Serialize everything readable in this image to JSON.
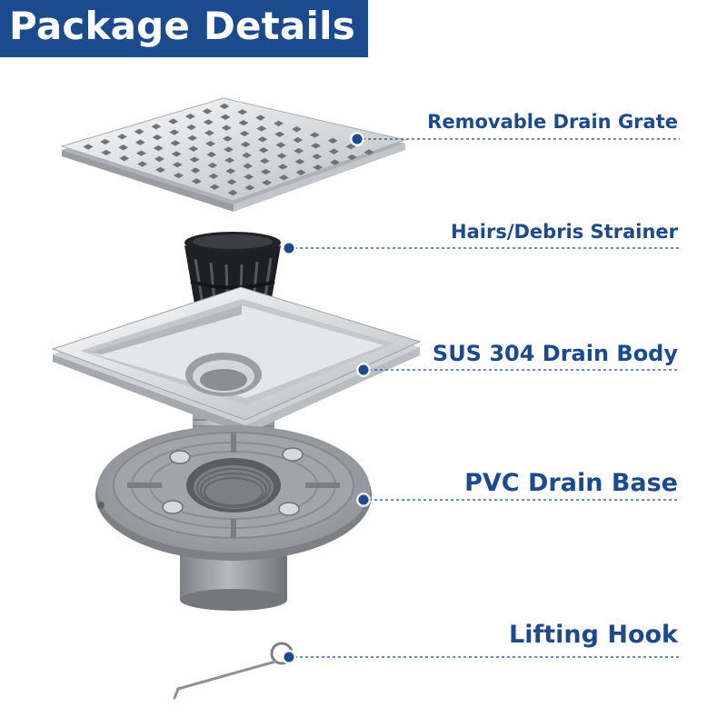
{
  "header": {
    "title": "Package Details"
  },
  "colors": {
    "header_bg": "#1b4a8f",
    "label": "#1b4a8f",
    "callout_dot": "#1b4a8f",
    "callout_line": "#1b4a8f"
  },
  "parts": [
    {
      "id": "grate",
      "label": "Removable Drain Grate",
      "icon": "drain-grate-icon"
    },
    {
      "id": "strainer",
      "label": "Hairs/Debris Strainer",
      "icon": "strainer-basket-icon"
    },
    {
      "id": "body",
      "label": "SUS 304 Drain Body",
      "icon": "drain-body-icon"
    },
    {
      "id": "base",
      "label": "PVC Drain Base",
      "icon": "pvc-base-icon"
    },
    {
      "id": "hook",
      "label": "Lifting Hook",
      "icon": "lifting-hook-icon"
    }
  ]
}
